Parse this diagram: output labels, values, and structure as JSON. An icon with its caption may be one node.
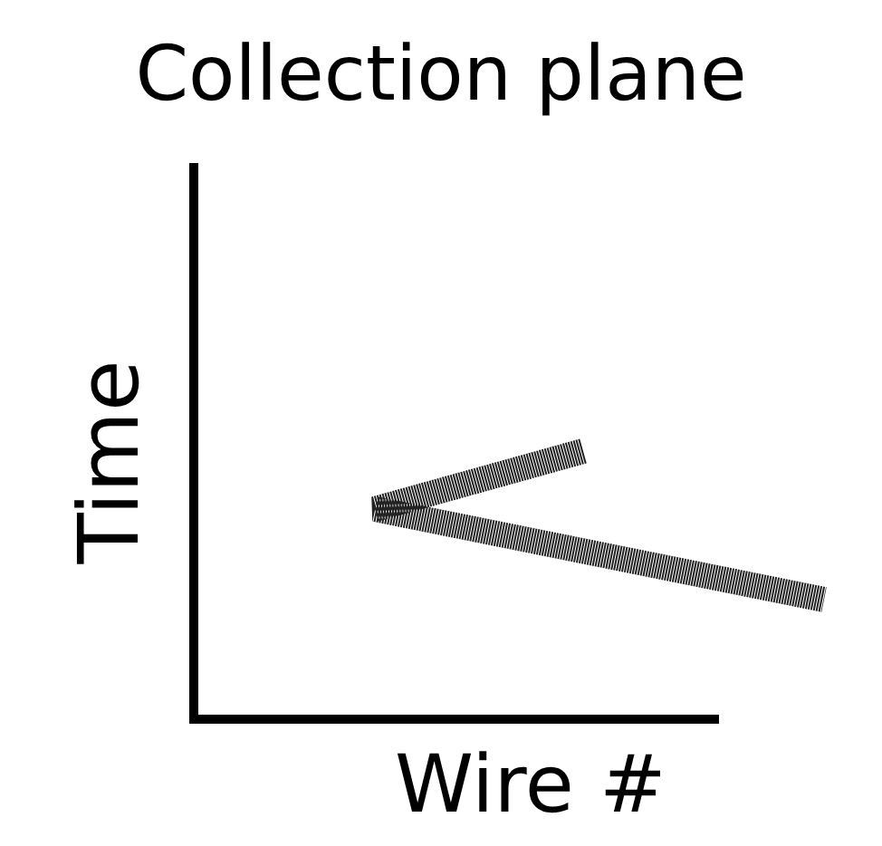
{
  "diagram": {
    "title": "Collection plane",
    "labels": [
      "Time",
      "Wire #"
    ]
  }
}
